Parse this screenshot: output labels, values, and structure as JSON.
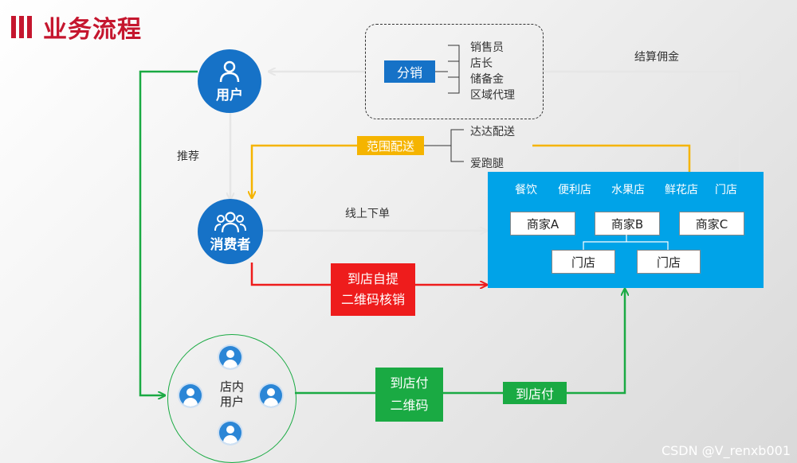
{
  "title": "业务流程",
  "nodes": {
    "user": "用户",
    "consumer": "消费者",
    "in_store": "店内\n用户"
  },
  "labels": {
    "recommend": "推荐",
    "online_order": "线上下单",
    "commission": "结算佣金"
  },
  "distribution": {
    "tag": "分销",
    "items": [
      "销售员",
      "店长",
      "储备金",
      "区域代理"
    ]
  },
  "delivery": {
    "tag": "范围配送",
    "items": [
      "达达配送",
      "爱跑腿"
    ]
  },
  "platform": {
    "categories": [
      "餐饮",
      "便利店",
      "水果店",
      "鲜花店",
      "门店"
    ],
    "merchants": [
      "商家A",
      "商家B",
      "商家C"
    ],
    "stores": [
      "门店",
      "门店"
    ]
  },
  "pickup": {
    "line1": "到店自提",
    "line2": "二维码核销"
  },
  "pay_box": {
    "line1": "到店付",
    "line2": "二维码"
  },
  "pay_tag": "到店付",
  "watermark": "CSDN @V_renxb001",
  "colors": {
    "title_red": "#c5162e",
    "node_blue": "#1672c7",
    "platform_blue": "#00a3e8",
    "yellow": "#f5b400",
    "red": "#ee1c1c",
    "green": "#1aaa43"
  }
}
